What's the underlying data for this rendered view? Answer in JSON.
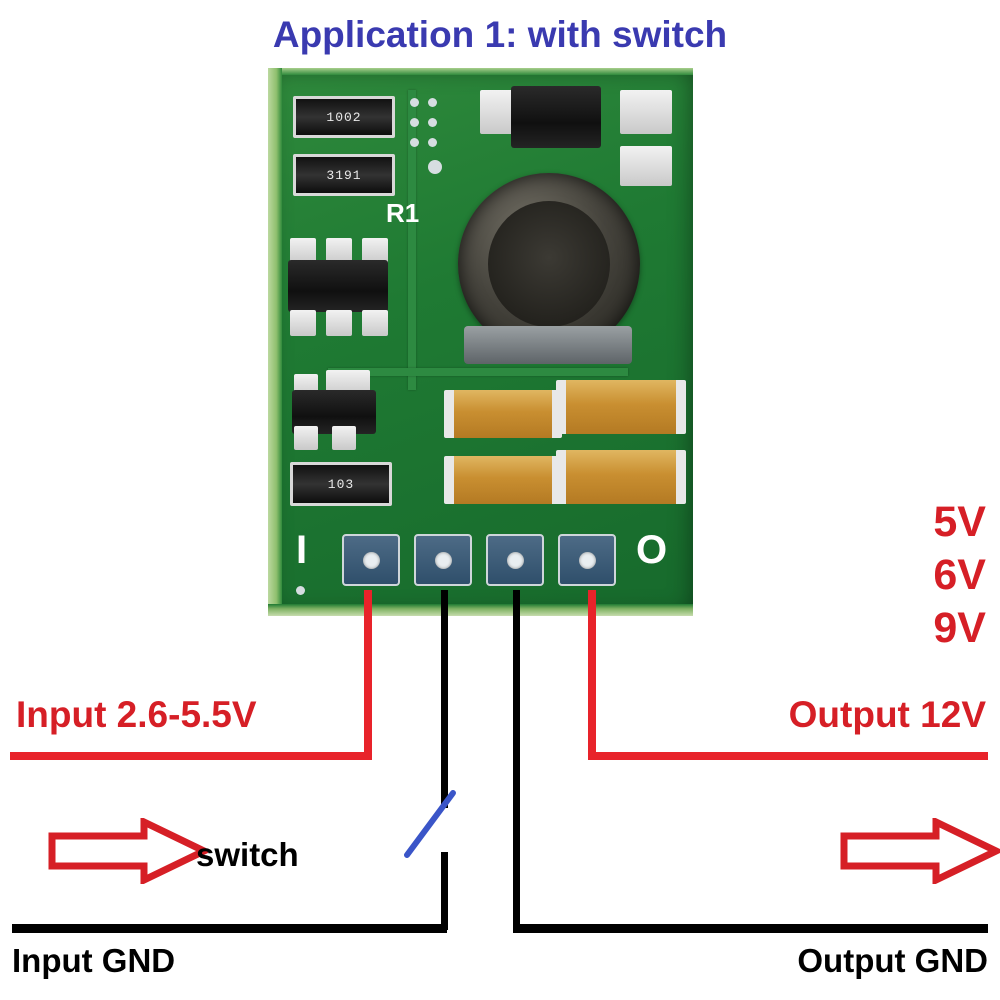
{
  "title": "Application 1: with switch",
  "labels": {
    "input": "Input 2.6-5.5V",
    "output": "Output 12V",
    "switch": "switch",
    "input_gnd": "Input GND",
    "output_gnd": "Output GND"
  },
  "voltages": [
    "5V",
    "6V",
    "9V"
  ],
  "colors": {
    "title": "#3a3ab0",
    "red": "#d61f26",
    "wire_red": "#e8232a",
    "wire_black": "#000000",
    "wire_blue": "#3a55c8",
    "pcb_green": "#1f7a33"
  },
  "board": {
    "silk_in": "I",
    "silk_out": "O",
    "silk_r1": "R1",
    "resistors": [
      {
        "code": "1002"
      },
      {
        "code": "3191"
      },
      {
        "code": "103"
      }
    ],
    "pads": [
      "vin-pad",
      "en-pad",
      "gnd-pad",
      "vout-pad"
    ]
  },
  "icons": {
    "left_arrow": "arrow-right-icon",
    "right_arrow": "arrow-right-icon"
  }
}
